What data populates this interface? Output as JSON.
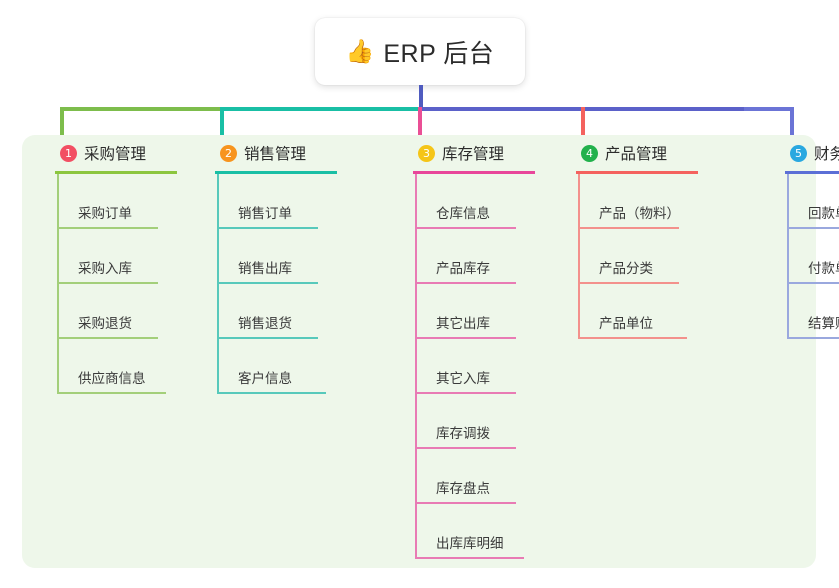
{
  "title_card": {
    "emoji": "👍",
    "emoji_name": "thumbs-up-icon",
    "text": "ERP 后台"
  },
  "panel": {
    "background": "#eef7ea"
  },
  "connector": {
    "trunk_color": "#4f5bbf",
    "segments": [
      "#7dbd4c",
      "#19bfa5",
      "#5b61c9"
    ]
  },
  "columns": [
    {
      "number": "1",
      "title": "采购管理",
      "badge_color": "#f24f63",
      "rule_color": "#8cc63f",
      "line_color": "#a3cf7a",
      "items": [
        "采购订单",
        "采购入库",
        "采购退货",
        "供应商信息"
      ]
    },
    {
      "number": "2",
      "title": "销售管理",
      "badge_color": "#f7941e",
      "rule_color": "#19bfa5",
      "line_color": "#57c9bb",
      "items": [
        "销售订单",
        "销售出库",
        "销售退货",
        "客户信息"
      ]
    },
    {
      "number": "3",
      "title": "库存管理",
      "badge_color": "#f5c518",
      "rule_color": "#e8469a",
      "line_color": "#e87bb4",
      "items": [
        "仓库信息",
        "产品库存",
        "其它出库",
        "其它入库",
        "库存调拨",
        "库存盘点",
        "出库库明细"
      ]
    },
    {
      "number": "4",
      "title": "产品管理",
      "badge_color": "#22b14c",
      "rule_color": "#f4625e",
      "line_color": "#f3918c",
      "items": [
        "产品（物料）",
        "产品分类",
        "产品单位"
      ]
    },
    {
      "number": "5",
      "title": "财务管理",
      "badge_color": "#29a8e0",
      "rule_color": "#5b6fd6",
      "line_color": "#9aa8de",
      "items": [
        "回款单",
        "付款单",
        "结算账户"
      ]
    }
  ]
}
